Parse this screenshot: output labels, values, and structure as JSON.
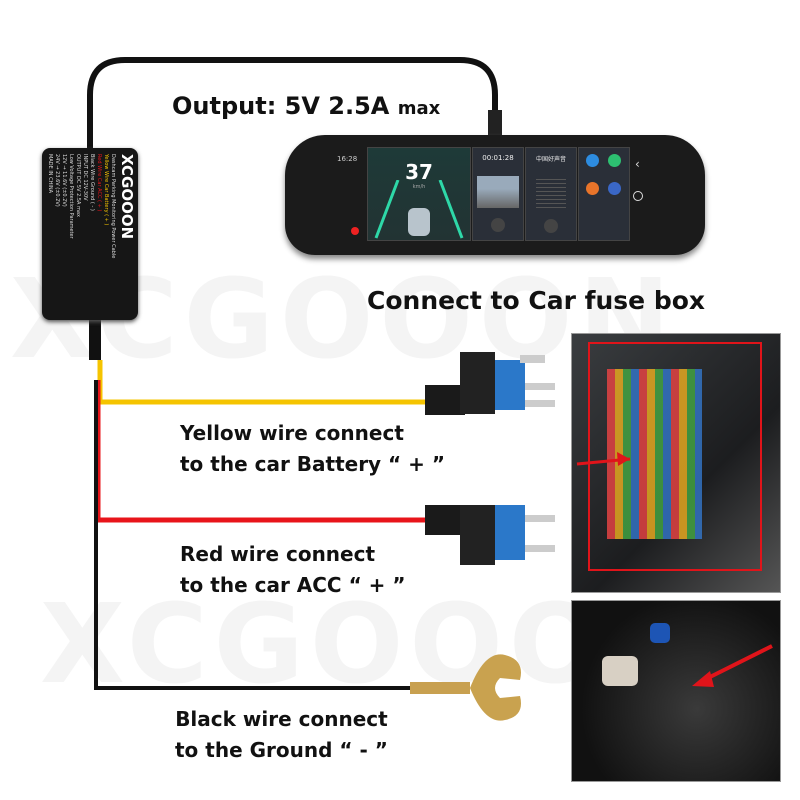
{
  "watermark": "XCGOOON",
  "output_label": {
    "main": "Output: 5V 2.5A ",
    "suffix": "max"
  },
  "fuse_box_title": "Connect to Car fuse box",
  "instructions": [
    {
      "line1": "Yellow wire connect",
      "line2": "to the car Battery “ + ”",
      "wire_color": "#f5c400"
    },
    {
      "line1": "Red wire connect",
      "line2": "to the car ACC “ + ”",
      "wire_color": "#e8141a"
    },
    {
      "line1": "Black wire connect",
      "line2": "to the Ground “ - ”",
      "wire_color": "#111111"
    }
  ],
  "module": {
    "brand": "XCGOOON",
    "product": "Dashcam Parking Monitoring Power Cable",
    "wires": [
      "Yellow Wire Car Battery ( + )",
      "Red Wire Car ACC ( + )",
      "Black Wire Ground ( - )"
    ],
    "input": "INPUT DC 12V-30V",
    "output": "OUTPUT DC 5V 2.5A max",
    "protection_title": "Low Voltage Protection Parameter",
    "protection": [
      "12V → 11.6V (±0.2V)",
      "24V → 23.6V (±0.2V)"
    ],
    "origin": "MADE IN CHINA"
  },
  "mirror_screen": {
    "time": "16:28",
    "speed": "37",
    "speed_unit": "km/h",
    "record_time": "00:01:28",
    "radio": "中国好声音"
  }
}
